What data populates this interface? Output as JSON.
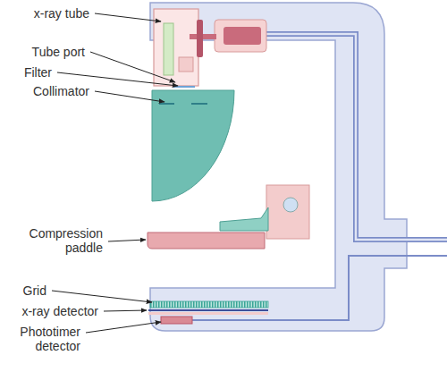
{
  "diagram": {
    "labels": [
      "x-ray tube",
      "Tube port",
      "Filter",
      "Collimator",
      "Compression paddle",
      "Grid",
      "x-ray detector",
      "Phototimer detector"
    ]
  }
}
